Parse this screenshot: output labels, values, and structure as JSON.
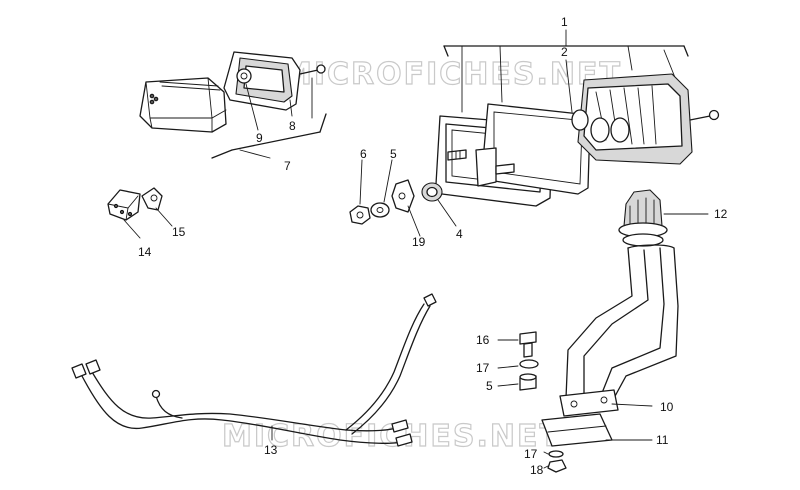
{
  "watermark": {
    "top": "MICROFICHES.NET",
    "bottom": "MICROFICHES.NET"
  },
  "callouts": [
    {
      "id": "c1",
      "label": "1"
    },
    {
      "id": "c2",
      "label": "2"
    },
    {
      "id": "c4",
      "label": "4"
    },
    {
      "id": "c5a",
      "label": "5"
    },
    {
      "id": "c5b",
      "label": "5"
    },
    {
      "id": "c6",
      "label": "6"
    },
    {
      "id": "c7",
      "label": "7"
    },
    {
      "id": "c8",
      "label": "8"
    },
    {
      "id": "c9",
      "label": "9"
    },
    {
      "id": "c10",
      "label": "10"
    },
    {
      "id": "c11",
      "label": "11"
    },
    {
      "id": "c12",
      "label": "12"
    },
    {
      "id": "c13",
      "label": "13"
    },
    {
      "id": "c14",
      "label": "14"
    },
    {
      "id": "c15",
      "label": "15"
    },
    {
      "id": "c16",
      "label": "16"
    },
    {
      "id": "c17a",
      "label": "17"
    },
    {
      "id": "c17b",
      "label": "17"
    },
    {
      "id": "c18",
      "label": "18"
    },
    {
      "id": "c19",
      "label": "19"
    }
  ]
}
